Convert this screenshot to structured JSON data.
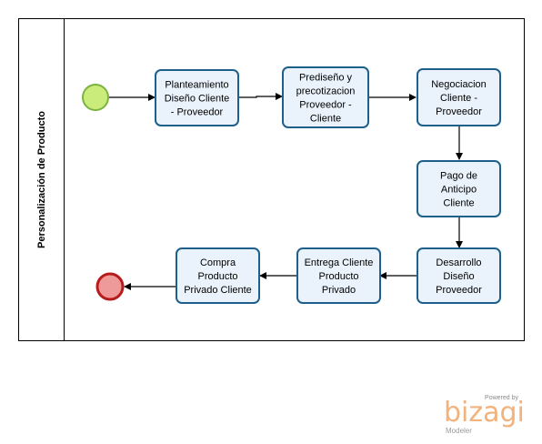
{
  "pool": {
    "label": "Personalización de Producto"
  },
  "tasks": {
    "t1": [
      "Planteamiento",
      "Diseño Cliente",
      "- Proveedor"
    ],
    "t2": [
      "Prediseño y",
      "precotizacion",
      "Proveedor -",
      "Cliente"
    ],
    "t3": [
      "Negociacion",
      "Cliente -",
      "Proveedor"
    ],
    "t4": [
      "Pago de",
      "Anticipo",
      "Cliente"
    ],
    "t5": [
      "Desarrollo",
      "Diseño",
      "Proveedor"
    ],
    "t6": [
      "Entrega Cliente",
      "Producto",
      "Privado"
    ],
    "t7": [
      "Compra",
      "Producto",
      "Privado Cliente"
    ]
  },
  "colors": {
    "task_fill": "#eaf3fb",
    "task_stroke": "#1f5f8b",
    "start_fill": "#c9ec7a",
    "start_stroke": "#7cb342",
    "end_fill": "#ef9a9a",
    "end_stroke": "#b71c1c"
  },
  "logo": {
    "powered": "Powered by",
    "brand": "bizagi",
    "product": "Modeler"
  }
}
